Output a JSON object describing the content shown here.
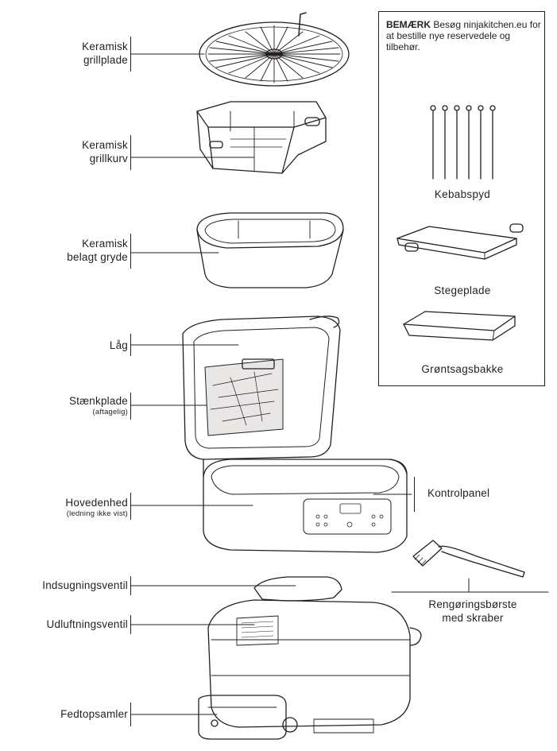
{
  "parts": {
    "grill_plate": "Keramisk\ngrillplade",
    "grill_basket": "Keramisk\ngrillkurv",
    "pot": "Keramisk\nbelagt gryde",
    "lid": "Låg",
    "splatter_shield": "Stænkplade",
    "splatter_shield_note": "(aftagelig)",
    "main_unit": "Hovedenhed",
    "main_unit_note": "(ledning ikke vist)",
    "intake_vent": "Indsugningsventil",
    "exhaust_vent": "Udluftningsventil",
    "grease_collector": "Fedtopsamler",
    "control_panel": "Kontrolpanel",
    "cleaning_brush": "Rengøringsbørste\nmed skraber"
  },
  "note": {
    "heading": "BEMÆRK",
    "text": " Besøg ninjakitchen.eu for at bestille nye reservedele og tilbehør.",
    "accessories": [
      "Kebabspyd",
      "Stegeplade",
      "Grøntsagsbakke"
    ]
  }
}
